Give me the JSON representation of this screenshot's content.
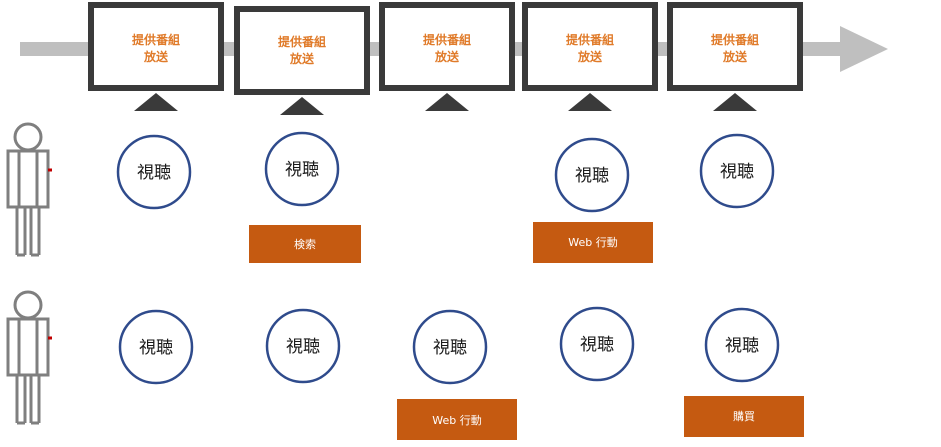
{
  "colors": {
    "timeline_arrow": "#bfbfbf",
    "monitor_frame": "#3a3a3a",
    "monitor_text": "#e07b2a",
    "circle_stroke": "#2f4b8c",
    "action_box": "#c55a11",
    "person_stroke": "#7f7f7f",
    "person_accent": "#c00000"
  },
  "icons": {
    "timeline": "right-arrow-icon",
    "monitor": "tv-monitor-icon",
    "viewer": "person-icon"
  },
  "monitors": [
    {
      "line1": "提供番組",
      "line2": "放送"
    },
    {
      "line1": "提供番組",
      "line2": "放送"
    },
    {
      "line1": "提供番組",
      "line2": "放送"
    },
    {
      "line1": "提供番組",
      "line2": "放送"
    },
    {
      "line1": "提供番組",
      "line2": "放送"
    }
  ],
  "viewers": [
    {
      "events": [
        {
          "circle": "視聴",
          "action": ""
        },
        {
          "circle": "視聴",
          "action": "検索"
        },
        {
          "circle": "",
          "action": ""
        },
        {
          "circle": "視聴",
          "action": "Web 行動"
        },
        {
          "circle": "視聴",
          "action": ""
        }
      ]
    },
    {
      "events": [
        {
          "circle": "視聴",
          "action": ""
        },
        {
          "circle": "視聴",
          "action": ""
        },
        {
          "circle": "視聴",
          "action": "Web 行動"
        },
        {
          "circle": "視聴",
          "action": ""
        },
        {
          "circle": "視聴",
          "action": "購買"
        }
      ]
    }
  ]
}
